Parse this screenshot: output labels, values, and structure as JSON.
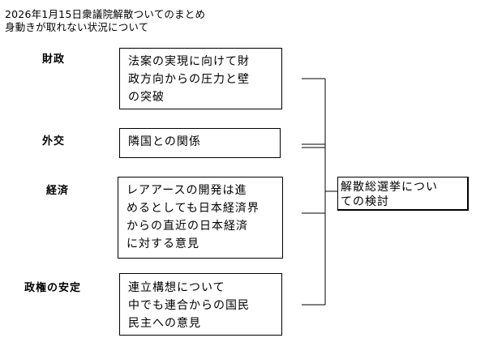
{
  "title": {
    "line1": "2026年1月15日衆議院解散ついてのまとめ",
    "line2": "身動きが取れない状況について"
  },
  "factors": [
    {
      "label": "財政",
      "lines": [
        "法案の実現に向けて財",
        "政方向からの圧力と壁",
        "の突破"
      ]
    },
    {
      "label": "外交",
      "lines": [
        "隣国との関係"
      ]
    },
    {
      "label": "経済",
      "lines": [
        "レアアースの開発は進",
        "めるとしても日本経済界",
        "からの直近の日本経済",
        "に対する意見"
      ]
    },
    {
      "label": "政権の安定",
      "lines": [
        "連立構想について",
        "中でも連合からの国民",
        "民主への意見"
      ]
    }
  ],
  "result": {
    "lines": [
      "解散総選挙につい",
      "ての検討"
    ]
  }
}
